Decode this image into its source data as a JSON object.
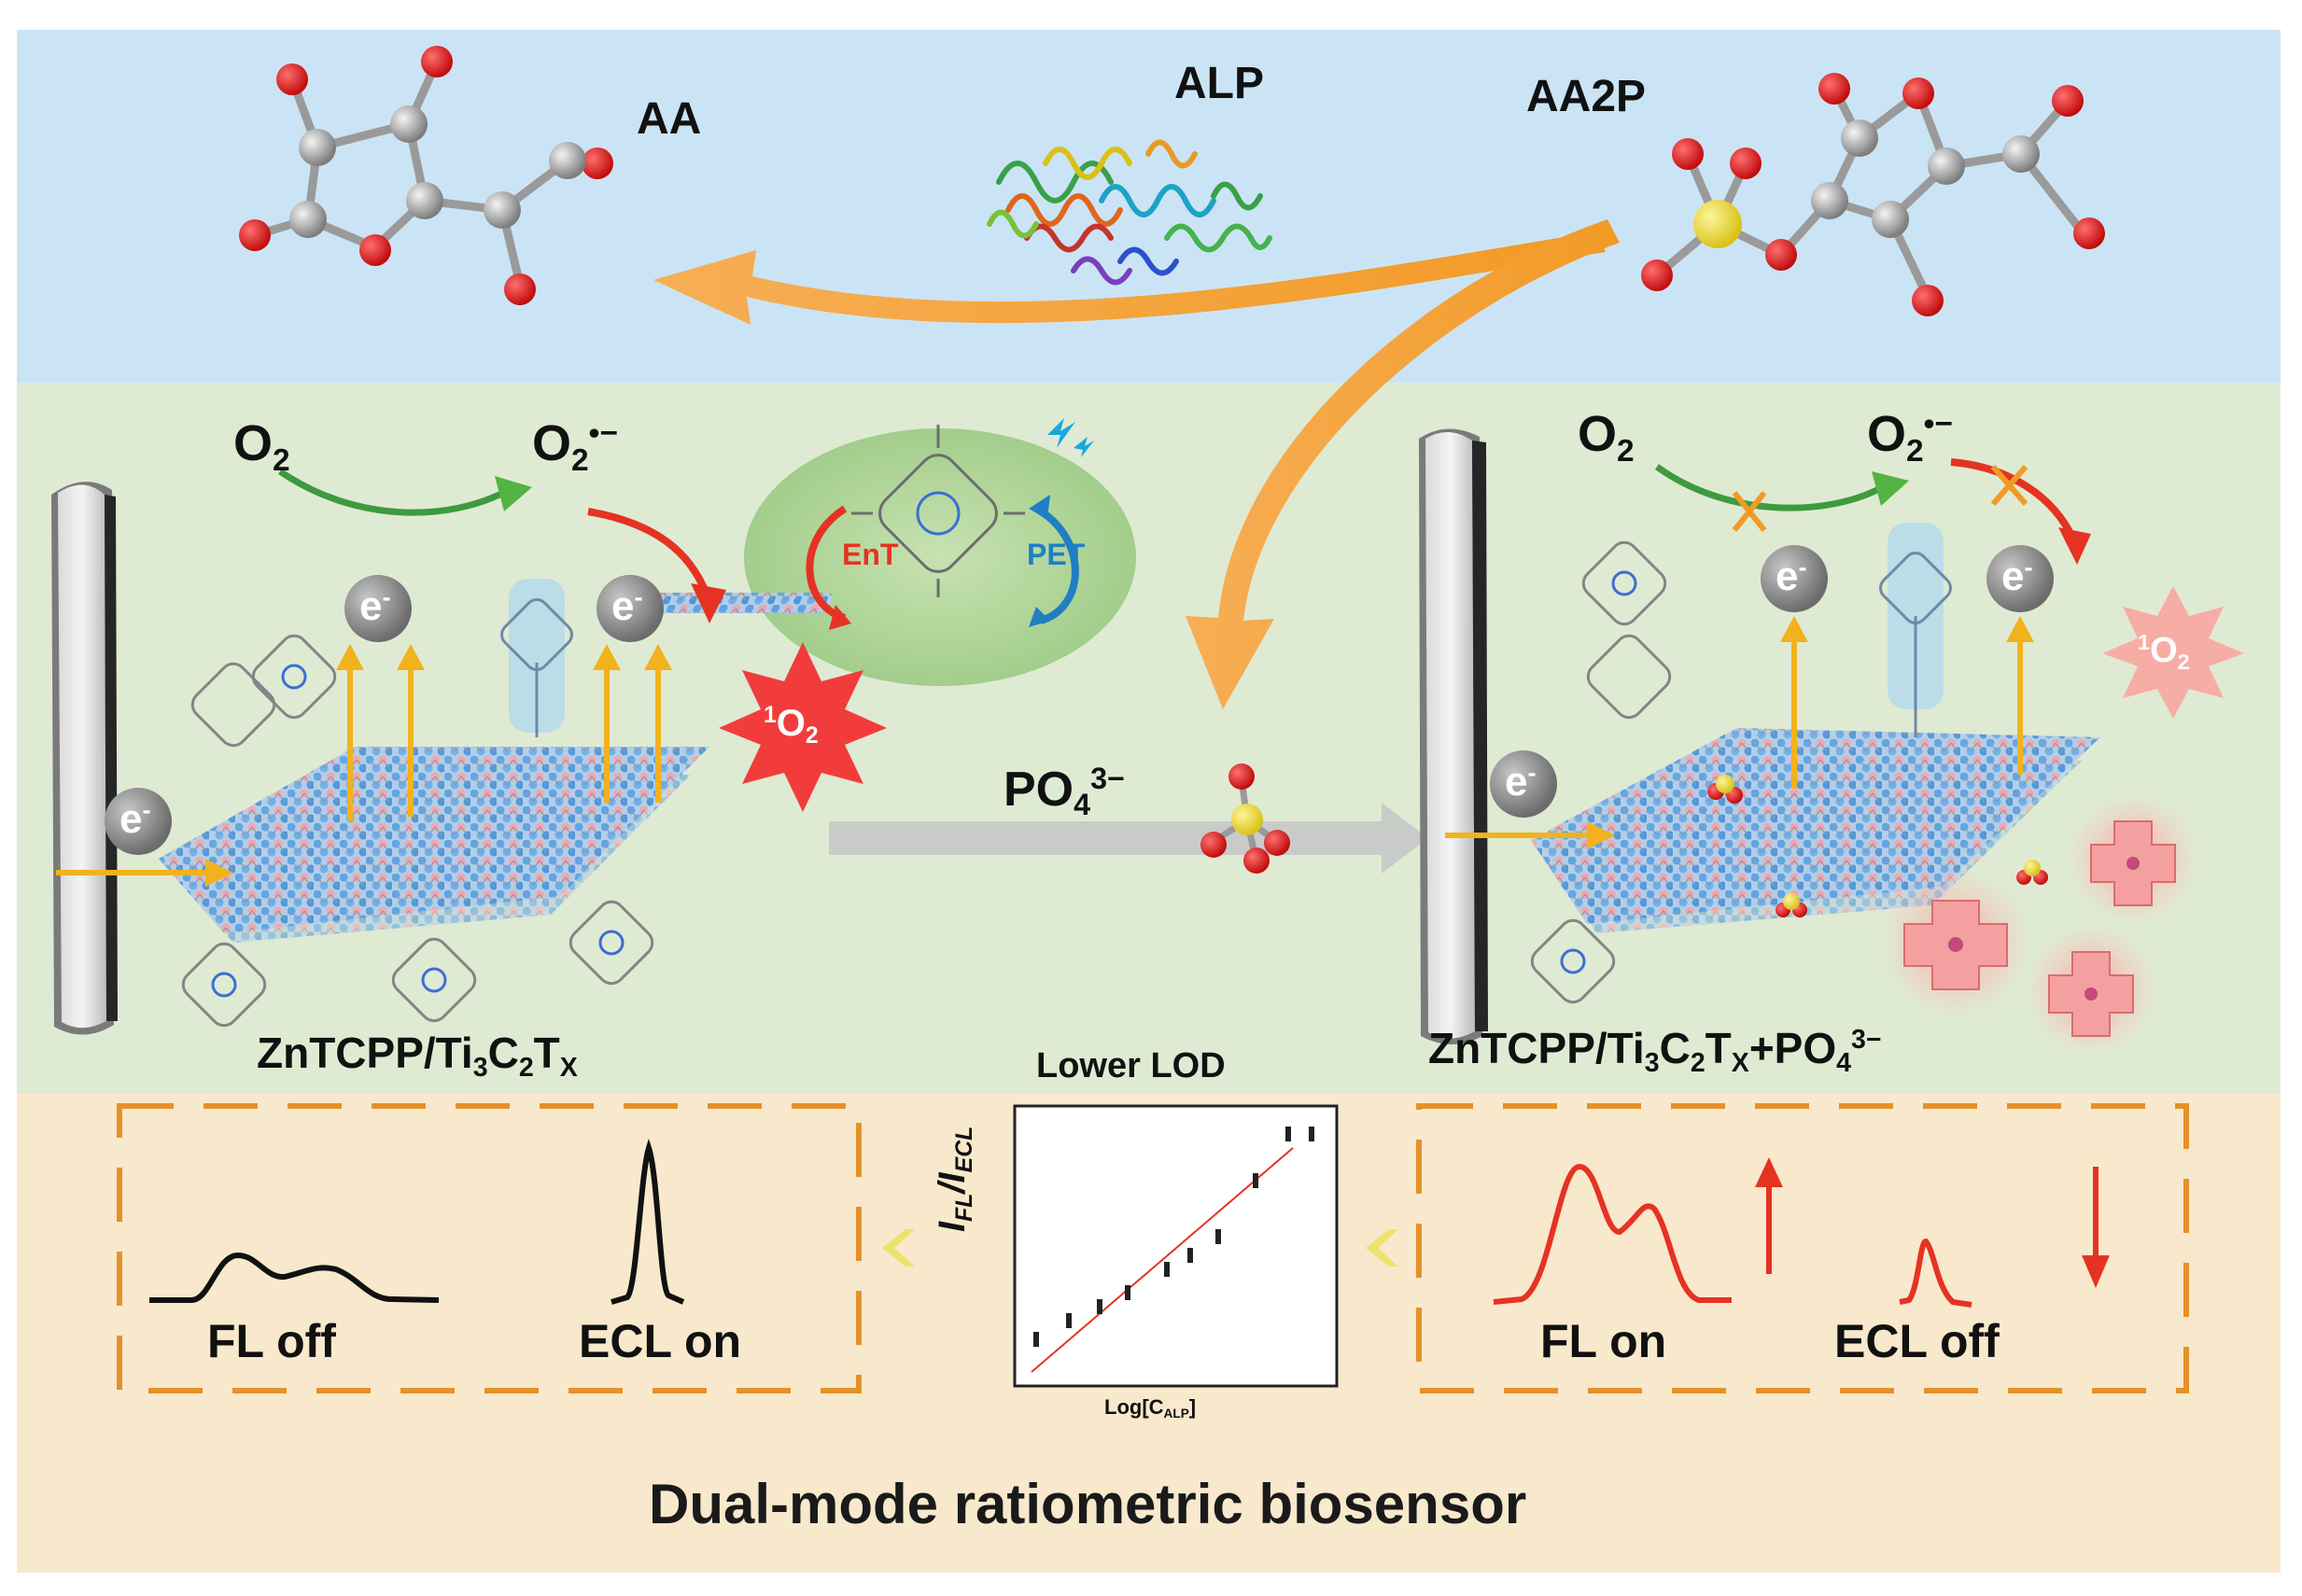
{
  "colors": {
    "top_band": "#cbe4f5",
    "middle_band": "#dfead3",
    "bottom_band": "#f8e8cc",
    "orange_arrow": "#f5a33a",
    "red": "#e53323",
    "dashed_box": "#e4912a"
  },
  "molecules": {
    "aa_label": "AA",
    "alp_label": "ALP",
    "aa2p_label": "AA2P"
  },
  "left_electrode": {
    "o2_main": "O",
    "o2_sub": "2",
    "superoxide_main": "O",
    "superoxide_sub": "2",
    "superoxide_sup": "•−",
    "electron_main": "e",
    "electron_sup": "-",
    "singlet_oxygen_sup": "1",
    "singlet_oxygen_main": "O",
    "singlet_oxygen_sub": "2",
    "caption_1": "ZnTCPP/Ti",
    "caption_sub1": "3",
    "caption_2": "C",
    "caption_sub2": "2",
    "caption_3": "T",
    "caption_sub3": "X"
  },
  "transfer_bubble": {
    "ent_label": "EnT",
    "pet_label": "PET"
  },
  "phosphate": {
    "main": "PO",
    "sub": "4",
    "sup": "3−"
  },
  "right_electrode": {
    "o2_main": "O",
    "o2_sub": "2",
    "superoxide_main": "O",
    "superoxide_sub": "2",
    "superoxide_sup": "•−",
    "electron_main": "e",
    "electron_sup": "-",
    "singlet_oxygen_sup": "1",
    "singlet_oxygen_main": "O",
    "singlet_oxygen_sub": "2",
    "caption_1": "ZnTCPP/Ti",
    "caption_sub1": "3",
    "caption_2": "C",
    "caption_sub2": "2",
    "caption_3": "T",
    "caption_sub3": "X",
    "caption_4": "+PO",
    "caption_sub4": "4",
    "caption_sup4": "3−"
  },
  "left_readout": {
    "fl_label": "FL off",
    "ecl_label": "ECL on"
  },
  "right_readout": {
    "fl_label": "FL on",
    "ecl_label": "ECL off"
  },
  "calibration_plot": {
    "title": "Lower  LOD",
    "ylabel_1": "I",
    "ylabel_sub1": "FL",
    "ylabel_2": "/I",
    "ylabel_sub2": "ECL",
    "xlabel_1": "Log[C",
    "xlabel_sub": "ALP",
    "xlabel_2": "]"
  },
  "footer": {
    "title": "Dual-mode ratiometric biosensor"
  }
}
